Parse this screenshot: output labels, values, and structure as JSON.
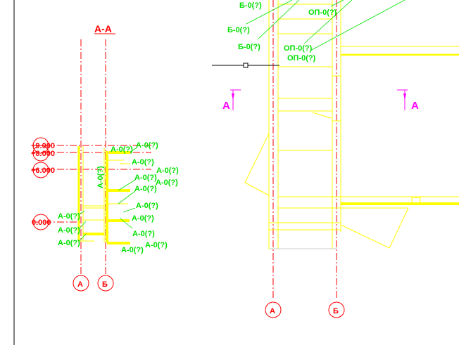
{
  "section_title": "А-А",
  "axes": {
    "a": "А",
    "b": "Б"
  },
  "levels": [
    "+9.000",
    "+8.000",
    "+6.000",
    "0.000"
  ],
  "section_marks": [
    "А",
    "А"
  ],
  "left_labels": [
    "А-0(?)",
    "А-0(?)",
    "А-0(?)",
    "А-0(?)",
    "А-0(?)",
    "А-0(?)",
    "А-0(?)",
    "А-0(?)",
    "А-0(?)",
    "А-0(?)",
    "А-0(?)",
    "А-0(?)",
    "А-0(?)",
    "А-0(?)",
    "А-0(?)"
  ],
  "vertical_label": "А-0(?)",
  "right_b_labels": [
    "Б-0(?)",
    "Б-0(?)",
    "Б-0(?)"
  ],
  "right_op_labels": [
    "ОП-0(?)",
    "ОП-0(?)",
    "ОП-0(?)"
  ],
  "colors": {
    "axis": "#ff0000",
    "structure": "#ffff00",
    "labels": "#00e000",
    "marks": "#ff00ff"
  }
}
